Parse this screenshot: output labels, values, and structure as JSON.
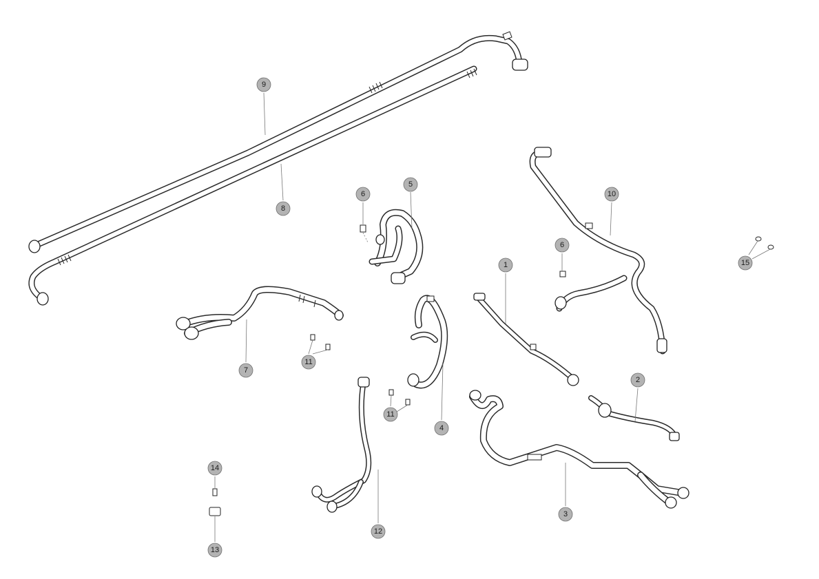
{
  "diagram": {
    "callouts": [
      {
        "id": "c1",
        "label": "1"
      },
      {
        "id": "c2",
        "label": "2"
      },
      {
        "id": "c3",
        "label": "3"
      },
      {
        "id": "c4",
        "label": "4"
      },
      {
        "id": "c5",
        "label": "5"
      },
      {
        "id": "c6a",
        "label": "6"
      },
      {
        "id": "c6b",
        "label": "6"
      },
      {
        "id": "c7",
        "label": "7"
      },
      {
        "id": "c8",
        "label": "8"
      },
      {
        "id": "c9",
        "label": "9"
      },
      {
        "id": "c10",
        "label": "10"
      },
      {
        "id": "c11a",
        "label": "11"
      },
      {
        "id": "c11b",
        "label": "11"
      },
      {
        "id": "c12",
        "label": "12"
      },
      {
        "id": "c13",
        "label": "13"
      },
      {
        "id": "c14",
        "label": "14"
      },
      {
        "id": "c15",
        "label": "15"
      }
    ],
    "colors": {
      "line": "#2a2a2a",
      "callout_fill": "#b3b3b3",
      "background": "#ffffff"
    }
  }
}
